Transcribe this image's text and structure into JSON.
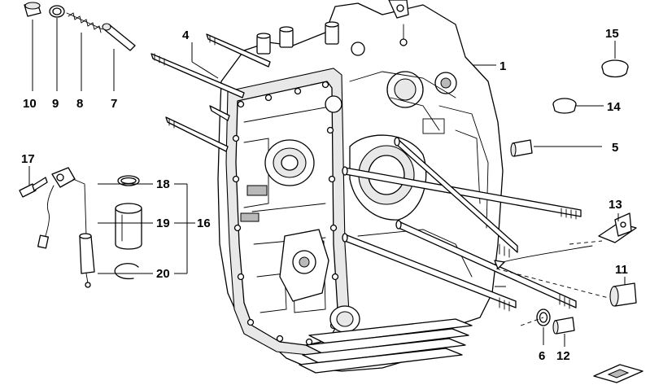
{
  "diagram": {
    "type": "exploded parts diagram",
    "callouts": {
      "c1": "1",
      "c4": "4",
      "c5": "5",
      "c6": "6",
      "c7": "7",
      "c8": "8",
      "c9": "9",
      "c10": "10",
      "c11": "11",
      "c12": "12",
      "c13": "13",
      "c14": "14",
      "c15": "15",
      "c16": "16",
      "c17": "17",
      "c18": "18",
      "c19": "19",
      "c20": "20"
    },
    "parts": [
      {
        "callout": "1",
        "depicts": "engine crankcase housing"
      },
      {
        "callout": "4",
        "depicts": "long stud bolt"
      },
      {
        "callout": "5",
        "depicts": "dowel sleeve"
      },
      {
        "callout": "6",
        "depicts": "o-ring"
      },
      {
        "callout": "7",
        "depicts": "piston pin"
      },
      {
        "callout": "8",
        "depicts": "compression spring"
      },
      {
        "callout": "9",
        "depicts": "sealing ring"
      },
      {
        "callout": "10",
        "depicts": "screw plug"
      },
      {
        "callout": "11",
        "depicts": "sleeve"
      },
      {
        "callout": "12",
        "depicts": "sleeve"
      },
      {
        "callout": "13",
        "depicts": "bracket"
      },
      {
        "callout": "14",
        "depicts": "cap plug"
      },
      {
        "callout": "15",
        "depicts": "cap plug"
      },
      {
        "callout": "16",
        "depicts": "sensor kit"
      },
      {
        "callout": "17",
        "depicts": "hex screw"
      },
      {
        "callout": "18",
        "depicts": "o-ring"
      },
      {
        "callout": "19",
        "depicts": "sleeve"
      },
      {
        "callout": "20",
        "depicts": "circlip"
      }
    ]
  }
}
